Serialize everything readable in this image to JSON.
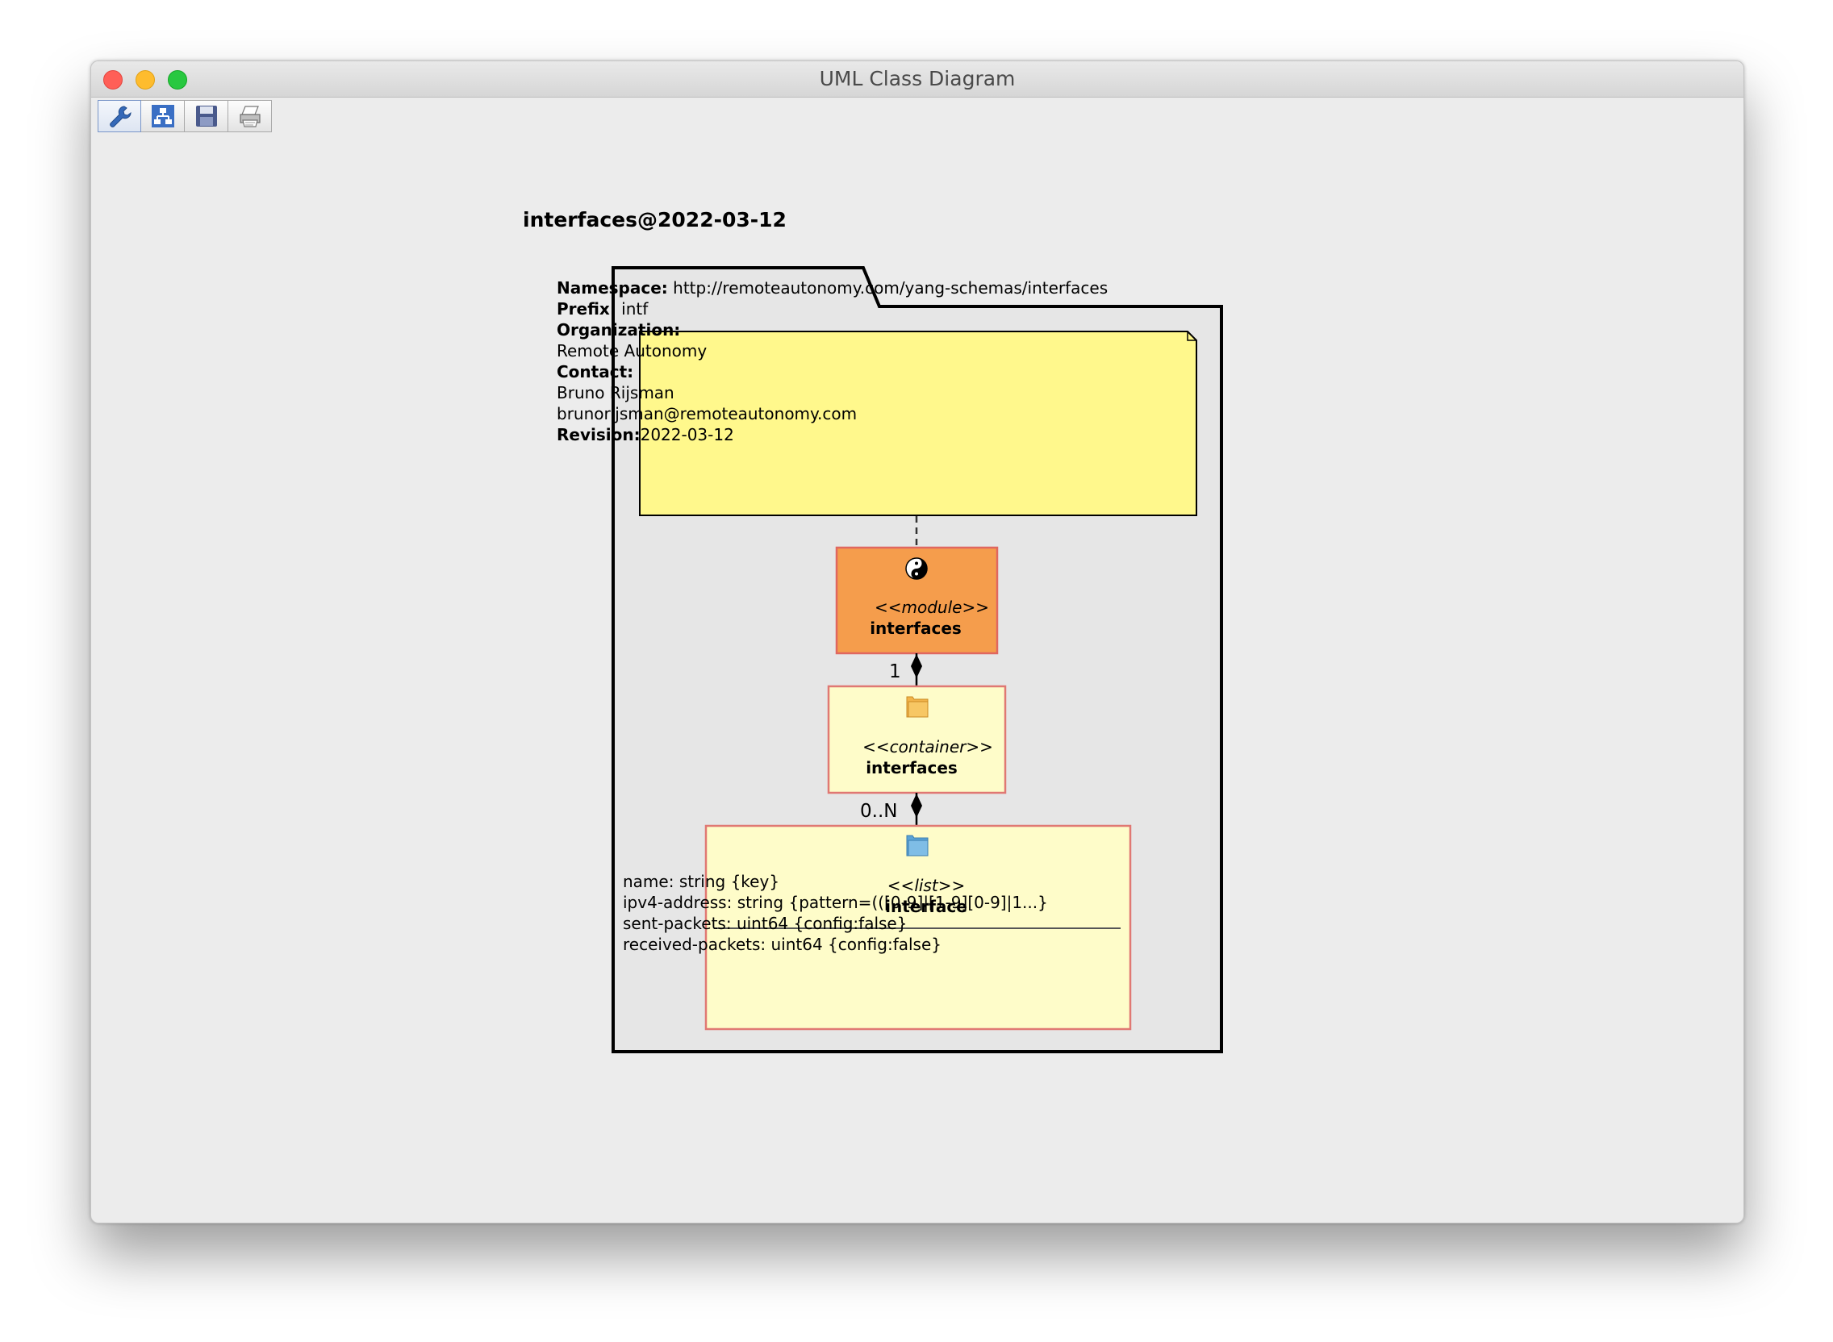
{
  "window": {
    "title": "UML Class Diagram"
  },
  "toolbar": {
    "buttons": [
      {
        "icon": "wrench-icon"
      },
      {
        "icon": "hierarchy-layout-icon"
      },
      {
        "icon": "save-icon"
      },
      {
        "icon": "print-icon"
      }
    ]
  },
  "diagram": {
    "package_name": "interfaces@2022-03-12",
    "note": {
      "namespace_label": "Namespace:",
      "namespace_value": " http://remoteautonomy.com/yang-schemas/interfaces",
      "prefix_label": "Prefix:",
      "prefix_value": " intf",
      "organization_label": "Organization:",
      "organization_value": "Remote Autonomy",
      "contact_label": "Contact:",
      "contact_name": "Bruno Rijsman",
      "contact_email": "brunorijsman@remoteautonomy.com",
      "revision_label": "Revision:",
      "revision_value": "2022-03-12"
    },
    "module": {
      "stereotype": "<<module>>",
      "name": "interfaces",
      "fill": "#f59d4c",
      "icon": "yin-yang-icon"
    },
    "container": {
      "stereotype": "<<container>>",
      "name": "interfaces",
      "fill": "#fefcc9",
      "icon": "folder-orange-icon"
    },
    "list": {
      "stereotype": "<<list>>",
      "name": "interface",
      "fill": "#fefcc9",
      "icon": "folder-blue-icon",
      "attributes": [
        "name: string {key}",
        "ipv4-address: string {pattern=(([0-9]|[1-9][0-9]|1...}",
        "sent-packets: uint64 {config:false}",
        "received-packets: uint64 {config:false}"
      ]
    },
    "multiplicity_module_container": "1",
    "multiplicity_container_list": "0..N"
  }
}
